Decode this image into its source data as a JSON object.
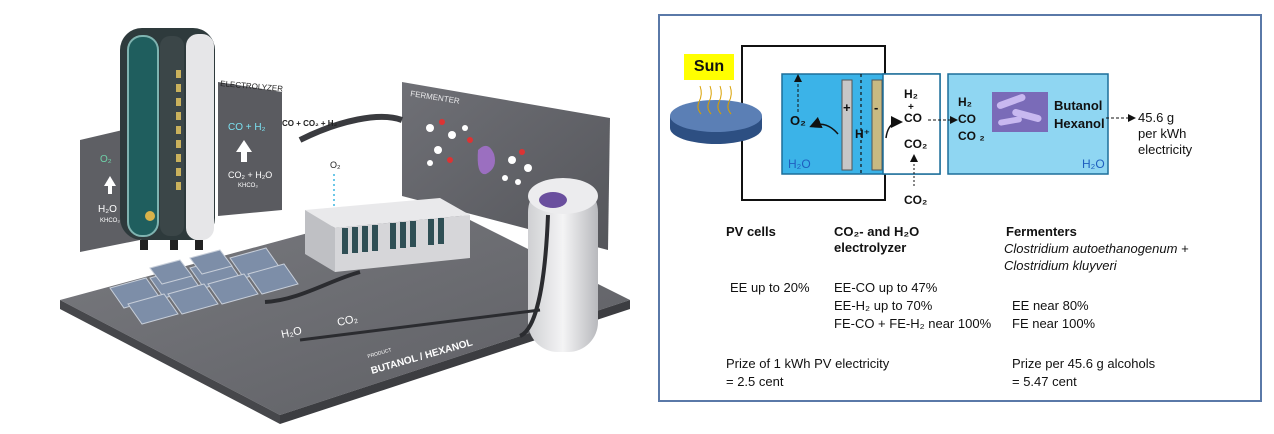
{
  "illustration": {
    "electrolyzer_label": "ELECTROLYZER",
    "fermenter_label": "FERMENTER",
    "o2_side_text": "O₂",
    "h2o_side_text": "H₂O",
    "khco3_side_text": "KHCO₃",
    "co_h2_text": "CO + H₂",
    "co2_h2o_text": "CO₂ + H₂O",
    "khco3_center_text": "KHCO₃",
    "pipe_label": "CO + CO₂ + H₂",
    "o2_top_label": "O₂",
    "floor_h2o": "H₂O",
    "floor_co2": "CO₂",
    "product_small": "PRODUCT",
    "product_main": "BUTANOL / HEXANOL"
  },
  "scheme": {
    "sun": "Sun",
    "anode_o2": "O₂",
    "anode_h2o": "H₂O",
    "plus_sign": "+",
    "minus_sign": "-",
    "membrane_ion": "H⁺",
    "cathode_h2": "H₂",
    "cathode_plus": "+",
    "cathode_co": "CO",
    "cathode_co2": "CO₂",
    "co2_input": "CO₂",
    "fermenter_h2": "H₂",
    "fermenter_co": "CO",
    "fermenter_co2": "CO ₂",
    "fermenter_h2o": "H₂O",
    "product1": "Butanol",
    "product2": "Hexanol",
    "yield_line1": "45.6 g",
    "yield_line2": "per kWh",
    "yield_line3": "electricity"
  },
  "table": {
    "col1_header": "PV cells",
    "col2_header_line1": "CO₂-  and H₂O",
    "col2_header_line2": "electrolyzer",
    "col3_header": "Fermenters",
    "col3_species_line1": "Clostridium autoethanogenum +",
    "col3_species_line2": "Clostridium  kluyveri",
    "pv_ee": "EE up to 20%",
    "elec_ee_co": "EE-CO up to 47%",
    "elec_ee_h2": "EE-H₂ up to 70%",
    "elec_fe": "FE-CO + FE-H₂ near 100%",
    "ferm_ee": "EE near 80%",
    "ferm_fe": "FE near 100%",
    "price_pv_line1": "Prize of 1 kWh PV electricity",
    "price_pv_line2": "= 2.5 cent",
    "price_ferm_line1": "Prize per 45.6 g alcohols",
    "price_ferm_line2": "= 5.47 cent"
  },
  "colors": {
    "panel_border": "#5a79a8",
    "electrolyte_blue": "#3bb3e8",
    "fermenter_blue": "#8fd6f2",
    "sun_yellow": "#ffff00",
    "pv_disc": "#4a6fa5",
    "floor_gray": "#6b6c72"
  }
}
